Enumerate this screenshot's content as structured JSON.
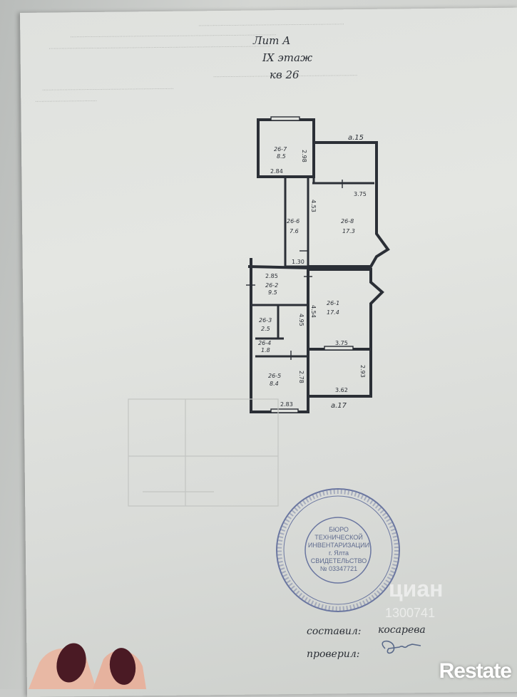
{
  "header": {
    "lit": "Лит А",
    "floor": "IX этаж",
    "apartment": "кв 26"
  },
  "rooms": [
    {
      "id": "26-7",
      "area": "8.5"
    },
    {
      "id": "26-6",
      "area": "7.6"
    },
    {
      "id": "26-8",
      "area": "17.3"
    },
    {
      "id": "26-2",
      "area": "9.5"
    },
    {
      "id": "26-1",
      "area": "17.4"
    },
    {
      "id": "26-3",
      "area": "2.5"
    },
    {
      "id": "26-4",
      "area": "1.8"
    },
    {
      "id": "26-5",
      "area": "8.4"
    }
  ],
  "dimensions": [
    "2.98",
    "2.84",
    "3.75",
    "4.53",
    "1.30",
    "2.85",
    "4.95",
    "4.54",
    "3.75",
    "2.93",
    "2.78",
    "3.62",
    "2.83"
  ],
  "balconies": [
    "a.15",
    "a.17"
  ],
  "signatures": {
    "compiled_label": "составил:",
    "compiled_name": "косарева",
    "checked_label": "проверил:"
  },
  "stamp": {
    "lines": [
      "БЮРО",
      "ТЕХНИЧЕСКОЙ",
      "ИНВЕНТАРИЗАЦИИ",
      "г. Ялта",
      "СВИДЕТЕЛЬСТВО",
      "№ 03347721"
    ]
  },
  "watermark": {
    "brand": "циан",
    "number": "1300741"
  },
  "logo": {
    "text": "Restate"
  },
  "colors": {
    "paper": "#e1e3df",
    "ink": "#2b2f36",
    "stamp": "#5f6b8e",
    "nail": "#4a1a24"
  }
}
